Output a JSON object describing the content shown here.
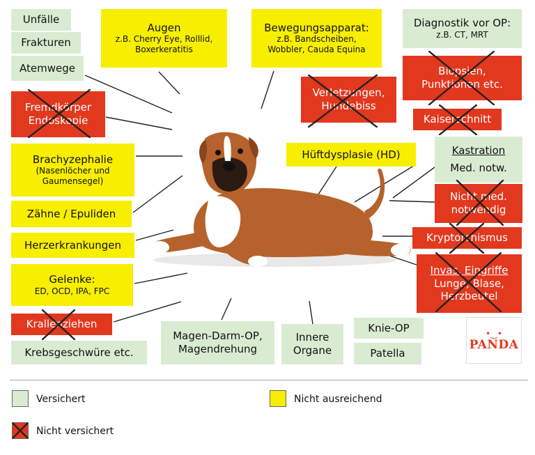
{
  "colors": {
    "insured": "#d9ecd2",
    "insufficient": "#f7ee00",
    "not_insured": "#e2381e"
  },
  "boxes": {
    "unfaelle": "Unfälle",
    "frakturen": "Frakturen",
    "atemwege": "Atemwege",
    "fremdkoerper": {
      "line1": "Fremdkörper",
      "line2": "Endoskopie"
    },
    "brachy": {
      "title": "Brachyzephalie",
      "sub1": "(Nasenlöcher und",
      "sub2": "Gaumensegel)"
    },
    "zaehne": "Zähne / Epuliden",
    "herz": "Herzerkrankungen",
    "gelenke": {
      "title": "Gelenke:",
      "sub": "ED, OCD, IPA, FPC"
    },
    "krallen": "Krallenziehen",
    "krebs": "Krebsgeschwüre etc.",
    "augen": {
      "title": "Augen",
      "sub1": "z.B. Cherry Eye, Rolllid,",
      "sub2": "Boxerkeratitis"
    },
    "bewegung": {
      "title": "Bewegungsapparat:",
      "sub1": "z.B. Bandscheiben,",
      "sub2": "Wobbler, Cauda Equina"
    },
    "diagnostik": {
      "title": "Diagnostik vor OP:",
      "sub": "z.B. CT, MRT"
    },
    "verletzungen": {
      "line1": "Verletzungen,",
      "line2": "Hundebiss"
    },
    "biopsien": {
      "line1": "Biopsien,",
      "line2": "Punktionen etc."
    },
    "kaiserschnitt": "Kaiserschnitt",
    "hd": "Hüftdysplasie (HD)",
    "kastration": {
      "title": "Kastration",
      "sub": "Med. notw."
    },
    "nicht_med": {
      "line1": "Nicht med.",
      "line2": "notwendig"
    },
    "kryptorchismus": "Kryptorchismus",
    "invasive": {
      "line1": "Invas. Eingriffe",
      "line2": "Lunge, Blase,",
      "line3": "Herzbeutel"
    },
    "magen": {
      "line1": "Magen-Darm-OP,",
      "line2": "Magendrehung"
    },
    "innere": {
      "line1": "Innere",
      "line2": "Organe"
    },
    "knie": "Knie-OP",
    "patella": "Patella"
  },
  "legend": {
    "insured": "Versichert",
    "insufficient": "Nicht ausreichend",
    "not_insured": "Nicht versichert"
  },
  "logo": {
    "text": "PANDA"
  }
}
